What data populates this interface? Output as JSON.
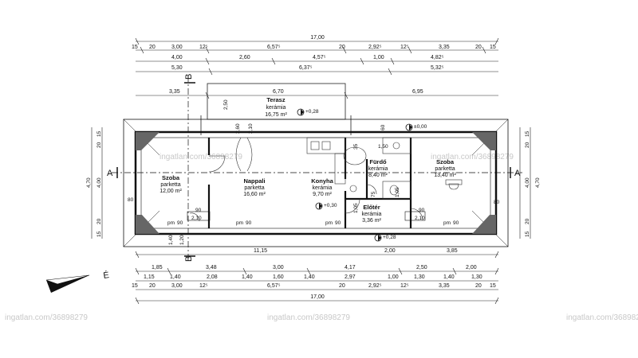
{
  "watermark": "ingatlan.com/36898279",
  "dims": {
    "top_total": "17,00",
    "top_row1": [
      "15",
      "20",
      "3,00",
      "12⁵",
      "6,57⁵",
      "20",
      "2,92⁵",
      "12⁵",
      "3,35",
      "20",
      "15"
    ],
    "top_row2": [
      "4,00",
      "2,60",
      "4,57⁵",
      "1,00",
      "4,82⁵"
    ],
    "top_row3": [
      "5,30",
      "6,37⁵",
      "5,32⁵"
    ],
    "terrace_row": [
      "3,35",
      "6,70",
      "6,95"
    ],
    "bottom_row1": [
      "1,40",
      "1,20",
      "11,15",
      "2,00",
      "3,85"
    ],
    "bottom_row2": [
      "1,85",
      "3,48",
      "3,00",
      "4,17",
      "2,50",
      "2,00"
    ],
    "bottom_row3": [
      "1,15",
      "1,40",
      "2,08",
      "1,40",
      "1,60",
      "1,40",
      "2,97",
      "1,00",
      "1,30",
      "1,40",
      "1,30"
    ],
    "bottom_row4": [
      "15",
      "20",
      "3,00",
      "12⁵",
      "6,57⁵",
      "20",
      "2,92⁵",
      "12⁵",
      "3,35",
      "20",
      "15"
    ],
    "bottom_total": "17,00",
    "left_side": [
      "15",
      "20",
      "4,00",
      "4,70",
      "20",
      "15"
    ],
    "right_side": [
      "15",
      "20",
      "4,00",
      "4,70",
      "20",
      "15"
    ],
    "terrace_height": "2,50",
    "misc": [
      "2,60",
      "2,10",
      "60",
      "35",
      "1,50",
      "80",
      "90",
      "1,05",
      "90",
      "1,05",
      "2,10",
      "2,10",
      "75",
      "80"
    ]
  },
  "levels": {
    "terrace": "+0,28",
    "bath": "±0,00",
    "kitchen": "+0,30",
    "hall": "+0,28"
  },
  "rooms": [
    {
      "name": "Terasz",
      "floor": "kerámia",
      "area": "16,75 m²"
    },
    {
      "name": "Szoba",
      "floor": "parketta",
      "area": "12,00 m²"
    },
    {
      "name": "Nappali",
      "floor": "parketta",
      "area": "16,60 m²"
    },
    {
      "name": "Konyha",
      "floor": "kerámia",
      "area": "9,70 m²"
    },
    {
      "name": "Fürdő",
      "floor": "kerámia",
      "area": "8,40 m²"
    },
    {
      "name": "Szoba",
      "floor": "parketta",
      "area": "13,40 m²"
    },
    {
      "name": "Előtér",
      "floor": "kerámia",
      "area": "3,36 m²"
    }
  ],
  "tags": [
    "pm",
    "90",
    "pm",
    "90",
    "pm",
    "90",
    "pm",
    "90"
  ],
  "section_labels": {
    "a": "A",
    "b": "B"
  },
  "north_label": "É"
}
